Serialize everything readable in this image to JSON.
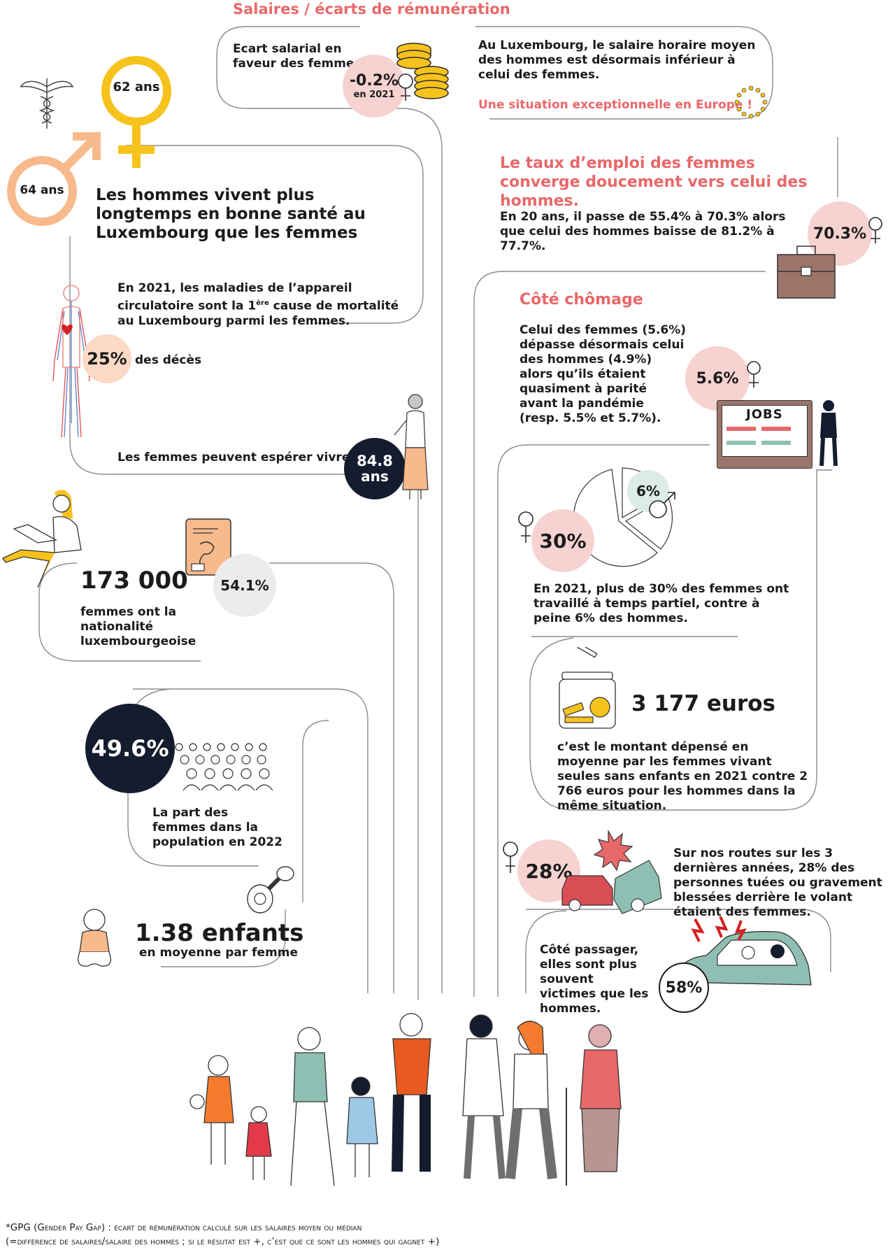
{
  "salaires": {
    "heading": "Salaires / écarts de rémunération",
    "ecart_label": "Ecart salarial en faveur des femmes",
    "gap_value": "-0.2%",
    "gap_year": "en 2021",
    "lux_text": "Au Luxembourg, le salaire horaire moyen des hommes est désormais inférieur à celui des femmes.",
    "exception": "Une situation exceptionnelle en Europe !"
  },
  "sante": {
    "female_age": "62 ans",
    "male_age": "64 ans",
    "title": "Les hommes vivent plus longtemps en bonne santé au Luxembourg que les femmes",
    "mortality_a": "En 2021, les maladies de l’appareil circulatoire sont la 1",
    "mortality_sup": "ère",
    "mortality_b": " cause de mortalité au Luxembourg parmi les femmes.",
    "deaths_value": "25%",
    "deaths_label": "des décès",
    "life_text": "Les femmes peuvent  espérer vivre",
    "life_value": "84.8",
    "life_unit": "ans"
  },
  "emploi": {
    "heading": "Le taux d’emploi des femmes converge doucement vers celui des hommes.",
    "text": "En 20 ans, il passe de 55.4% à 70.3% alors que celui des hommes baisse de 81.2% à 77.7%.",
    "value": "70.3%"
  },
  "chomage": {
    "heading": "Côté chômage",
    "text": "Celui des femmes (5.6%) dépasse désormais celui des hommes (4.9%) alors qu’ils étaient quasiment à parité avant la pandémie (resp. 5.5% et 5.7%).",
    "value": "5.6%",
    "jobs_label": "JOBS"
  },
  "nationalite": {
    "count": "173 000",
    "text": "femmes ont la nationalité luxembourgeoise",
    "share": "54.1%"
  },
  "temps_partiel": {
    "male_value": "6%",
    "female_value": "30%",
    "text": "En 2021, plus de 30% des femmes ont travaillé à temps partiel, contre à peine 6% des hommes."
  },
  "population": {
    "share": "49.6%",
    "text": "La part des femmes dans la population en 2022"
  },
  "depenses": {
    "amount": "3 177 euros",
    "text": "c’est le montant dépensé en moyenne par les femmes vivant seules sans enfants en 2021 contre 2 766 euros pour les hommes dans la même situation."
  },
  "routes": {
    "value": "28%",
    "text": "Sur nos routes sur les 3 dernières années, 28% des personnes tuées ou gravement blessées derrière le volant étaient des femmes.",
    "passenger_text": "Côté passager, elles sont plus souvent victimes que les hommes.",
    "passenger_value": "58%"
  },
  "fertilite": {
    "value": "1.38 enfants",
    "text": "en moyenne par femme"
  },
  "footnote": {
    "line1": "*GPG (Gender Pay Gap) : écart de rémunération calculé sur les salaires moyen ou médian",
    "line2": "(=différence de salaires/salaire des hommes ; si le résutat est +, c’est que ce sont les hommes qui gagnet +)"
  },
  "colors": {
    "coral": "#e8686a",
    "pink": "#f6d3d0",
    "navy": "#141c2e",
    "gold": "#f6c21c",
    "peach": "#f8b98c",
    "line": "#9a9a9a"
  }
}
